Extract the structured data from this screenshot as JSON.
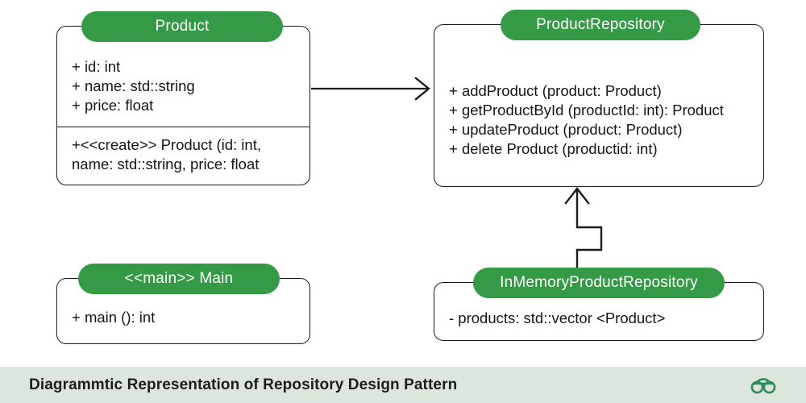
{
  "diagram": {
    "type": "uml-class-diagram",
    "background": "#ffffff",
    "header_color": "#349a45",
    "line_color": "#1b1b1b",
    "classes": [
      {
        "id": "product",
        "name": "Product",
        "attributes": [
          "+ id: int",
          "+ name: std::string",
          "+ price: float"
        ],
        "operations": [
          "+<<create>> Product (id: int,\nname: std::string, price: float"
        ]
      },
      {
        "id": "productrepository",
        "name": "ProductRepository",
        "attributes": [],
        "operations": [
          "+ addProduct (product: Product)",
          "+ getProductById (productId: int): Product",
          "+ updateProduct (product: Product)",
          "+ delete Product (productid: int)"
        ]
      },
      {
        "id": "main",
        "name": "<<main>> Main",
        "attributes": [],
        "operations": [
          "+ main (): int"
        ]
      },
      {
        "id": "inmemory",
        "name": "InMemoryProductRepository",
        "attributes": [
          "- products: std::vector <Product>"
        ],
        "operations": []
      }
    ],
    "connectors": [
      {
        "id": "product-to-repository",
        "kind": "association",
        "arrowhead": "open",
        "from": "product",
        "to": "productrepository"
      },
      {
        "id": "inmemory-to-repository",
        "kind": "generalization",
        "arrowhead": "open",
        "from": "inmemory",
        "to": "productrepository"
      }
    ]
  },
  "footer": {
    "caption": "Diagrammtic Representation of Repository Design Pattern",
    "background": "#dde6dd",
    "logo_name": "geeksforgeeks-logo",
    "logo_color": "#2f8d5b"
  }
}
